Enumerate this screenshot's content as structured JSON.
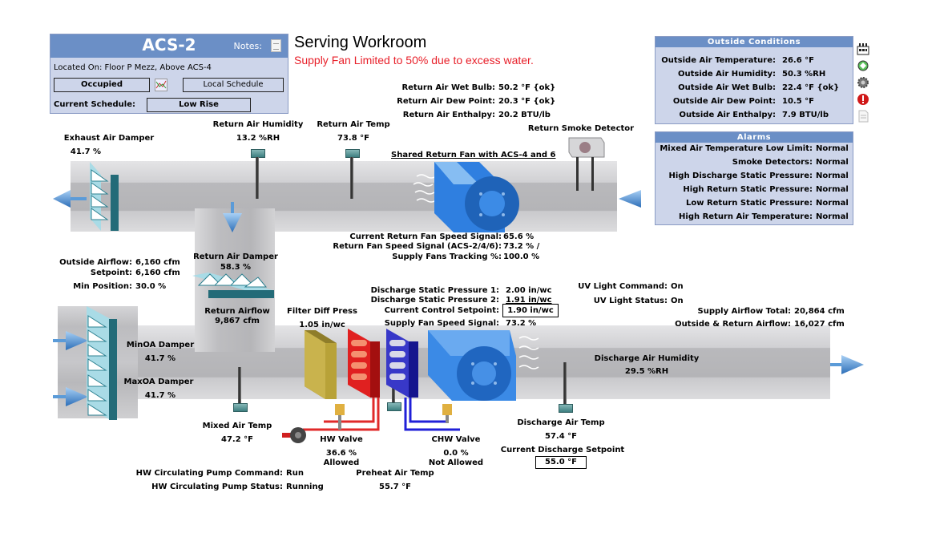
{
  "unit": {
    "title": "ACS-2",
    "notes_label": "Notes:",
    "location": "Located On: Floor P Mezz, Above ACS-4",
    "occupancy_button": "Occupied",
    "schedule_button": "Local Schedule",
    "current_schedule_label": "Current Schedule:",
    "current_schedule_value": "Low Rise"
  },
  "header": {
    "serving": "Serving Workroom",
    "warning": "Supply Fan Limited to 50% due to excess water."
  },
  "return_air_stats": [
    {
      "label": "Return Air Wet Bulb:",
      "value": "50.2 °F {ok}"
    },
    {
      "label": "Return Air Dew Point:",
      "value": "20.3 °F {ok}"
    },
    {
      "label": "Return Air Enthalpy:",
      "value": "20.2 BTU/lb"
    }
  ],
  "outside_conditions": {
    "title": "Outside Conditions",
    "rows": [
      {
        "label": "Outside Air Temperature:",
        "value": "26.6 °F"
      },
      {
        "label": "Outside Air Humidity:",
        "value": "50.3 %RH"
      },
      {
        "label": "Outside Air Wet Bulb:",
        "value": "22.4 °F {ok}"
      },
      {
        "label": "Outside Air Dew Point:",
        "value": "10.5 °F"
      },
      {
        "label": "Outside Air Enthalpy:",
        "value": "7.9 BTU/lb"
      }
    ]
  },
  "side_icons": [
    "building-icon",
    "recycle-icon",
    "gear-icon",
    "alarm-icon",
    "document-icon"
  ],
  "alarms": {
    "title": "Alarms",
    "rows": [
      {
        "label": "Mixed Air Temperature Low Limit:",
        "value": "Normal"
      },
      {
        "label": "Smoke Detectors:",
        "value": "Normal"
      },
      {
        "label": "High Discharge Static Pressure:",
        "value": "Normal"
      },
      {
        "label": "High Return Static Pressure:",
        "value": "Normal"
      },
      {
        "label": "Low Return Static Pressure:",
        "value": "Normal"
      },
      {
        "label": "High Return Air Temperature:",
        "value": "Normal"
      }
    ]
  },
  "points": {
    "exhaust_damper": {
      "label": "Exhaust Air Damper",
      "value": "41.7 %"
    },
    "return_humidity": {
      "label": "Return Air Humidity",
      "value": "13.2 %RH"
    },
    "return_temp": {
      "label": "Return Air Temp",
      "value": "73.8 °F"
    },
    "return_smoke": {
      "label": "Return Smoke Detector"
    },
    "shared_fan": "Shared Return Fan with ACS-4 and 6",
    "return_fan": [
      {
        "label": "Current Return Fan Speed Signal:",
        "value": "65.6 %"
      },
      {
        "label": "Return Fan Speed Signal (ACS-2/4/6):",
        "value": "73.2 % /"
      },
      {
        "label": "Supply Fans Tracking %:",
        "value": "100.0 %"
      }
    ],
    "outside_airflow": {
      "label": "Outside Airflow:",
      "value": "6,160 cfm"
    },
    "oa_setpoint": {
      "label": "Setpoint:",
      "value": "6,160 cfm"
    },
    "min_position": {
      "label": "Min Position:",
      "value": "30.0 %"
    },
    "return_damper": {
      "label": "Return Air Damper",
      "value": "58.3 %"
    },
    "return_airflow": {
      "label": "Return Airflow",
      "value": "9,867 cfm"
    },
    "minoa_damper": {
      "label": "MinOA Damper",
      "value": "41.7 %"
    },
    "maxoa_damper": {
      "label": "MaxOA Damper",
      "value": "41.7 %"
    },
    "filter": {
      "label": "Filter Diff Press",
      "value": "1.05 in/wc"
    },
    "static": [
      {
        "label": "Discharge Static Pressure 1:",
        "value": "2.00 in/wc"
      },
      {
        "label": "Discharge Static Pressure 2:",
        "value": "1.91 in/wc"
      },
      {
        "label": "Current Control Setpoint:",
        "value": "1.90 in/wc"
      },
      {
        "label": "Supply Fan Speed Signal:",
        "value": "73.2 %"
      }
    ],
    "uv": [
      {
        "label": "UV Light Command:",
        "value": "On"
      },
      {
        "label": "UV Light Status:",
        "value": "On"
      }
    ],
    "airflow_totals": [
      {
        "label": "Supply Airflow Total:",
        "value": "20,864 cfm"
      },
      {
        "label": "Outside & Return Airflow:",
        "value": "16,027 cfm"
      }
    ],
    "discharge_humidity": {
      "label": "Discharge Air Humidity",
      "value": "29.5 %RH"
    },
    "mixed_temp": {
      "label": "Mixed Air Temp",
      "value": "47.2 °F"
    },
    "hw_valve": {
      "label": "HW Valve",
      "value": "36.6 %",
      "status": "Allowed"
    },
    "chw_valve": {
      "label": "CHW Valve",
      "value": "0.0 %",
      "status": "Not Allowed"
    },
    "preheat": {
      "label": "Preheat Air Temp",
      "value": "55.7 °F"
    },
    "pump_command": {
      "label": "HW Circulating Pump Command:",
      "value": "Run"
    },
    "pump_status": {
      "label": "HW Circulating Pump Status:",
      "value": "Running"
    },
    "discharge_temp": {
      "label": "Discharge Air Temp",
      "value": "57.4 °F"
    },
    "discharge_setpoint": {
      "label": "Current Discharge Setpoint",
      "value": "55.0 °F"
    }
  },
  "colors": {
    "panel_header": "#6b8fc6",
    "panel_bg": "#cdd5ea",
    "warning": "#e8202a",
    "fan_blue": "#2f7fe0"
  }
}
